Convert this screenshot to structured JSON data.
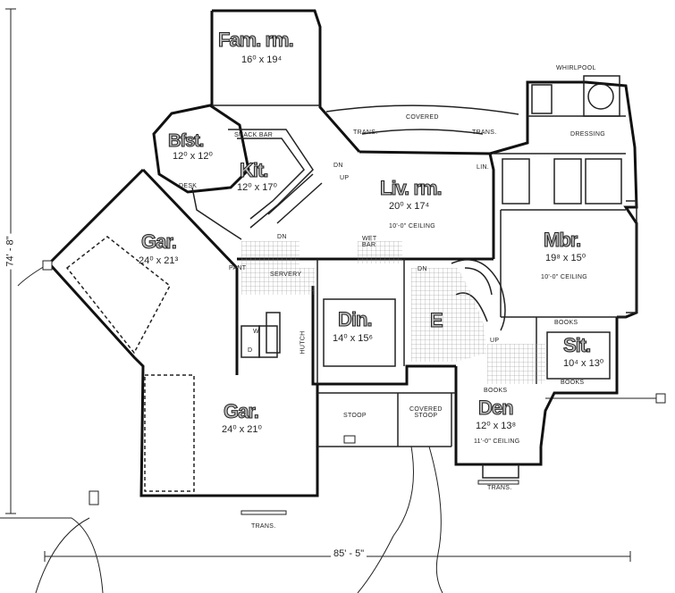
{
  "rooms": {
    "fam": {
      "name": "Fam. rm.",
      "dim": "16⁰ x 19⁴"
    },
    "bfst": {
      "name": "Bfst.",
      "dim": "12⁰ x 12⁰"
    },
    "kit": {
      "name": "Kit.",
      "dim": "12⁰ x 17⁰"
    },
    "liv": {
      "name": "Liv. rm.",
      "dim": "20⁰ x 17⁴",
      "note": "10'-0\" CEILING"
    },
    "mbr": {
      "name": "Mbr.",
      "dim": "19⁸ x 15⁰",
      "note": "10'-0\" CEILING"
    },
    "gar_top": {
      "name": "Gar.",
      "dim": "24⁰ x 21³"
    },
    "gar_bot": {
      "name": "Gar.",
      "dim": "24⁰ x 21⁰"
    },
    "din": {
      "name": "Din.",
      "dim": "14⁰ x 15⁶"
    },
    "entry": {
      "name": "E"
    },
    "sit": {
      "name": "Sit.",
      "dim": "10⁴ x 13⁰"
    },
    "den": {
      "name": "Den",
      "dim": "12⁰ x 13⁸",
      "note": "11'-0\" CEILING"
    }
  },
  "labels": {
    "whirlpool": "WHIRLPOOL",
    "covered": "COVERED",
    "trans1": "TRANS.",
    "trans2": "TRANS.",
    "dressing": "DRESSING",
    "lin": "LIN.",
    "snack_bar": "SNACK BAR",
    "desk": "DESK",
    "dn1": "DN",
    "up1": "UP",
    "dn2": "DN",
    "wet_bar": "WET\nBAR",
    "dn3": "DN",
    "pant": "PANT",
    "servery": "SERVERY",
    "hutch": "HUTCH",
    "up2": "UP",
    "books1": "BOOKS",
    "books2": "BOOKS",
    "books3": "BOOKS",
    "stoop": "STOOP",
    "covered_stoop": "COVERED\nSTOOP",
    "trans_den": "TRANS.",
    "trans_gar": "TRANS.",
    "d": "D",
    "w": "W",
    "dim_width": "85' - 5\"",
    "dim_height": "74' - 8\""
  }
}
